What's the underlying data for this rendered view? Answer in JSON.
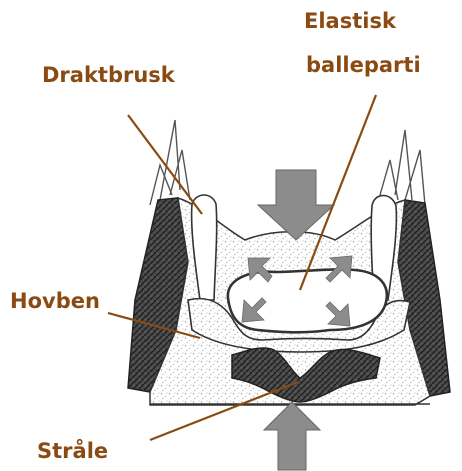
{
  "labels": {
    "draktbrusk": "Draktbrusk",
    "elastisk_balleparti_line1": "Elastisk",
    "elastisk_balleparti_line2": "balleparti",
    "hovben": "Hovben",
    "straale": "Stråle"
  },
  "colors": {
    "label_text": "#8a4b12",
    "leader_line": "#8a4b12",
    "arrow": "#8c8c8c",
    "outline": "#333333",
    "hoof_wall": "#3c3c3c",
    "speckle": "#bfbfbf"
  }
}
